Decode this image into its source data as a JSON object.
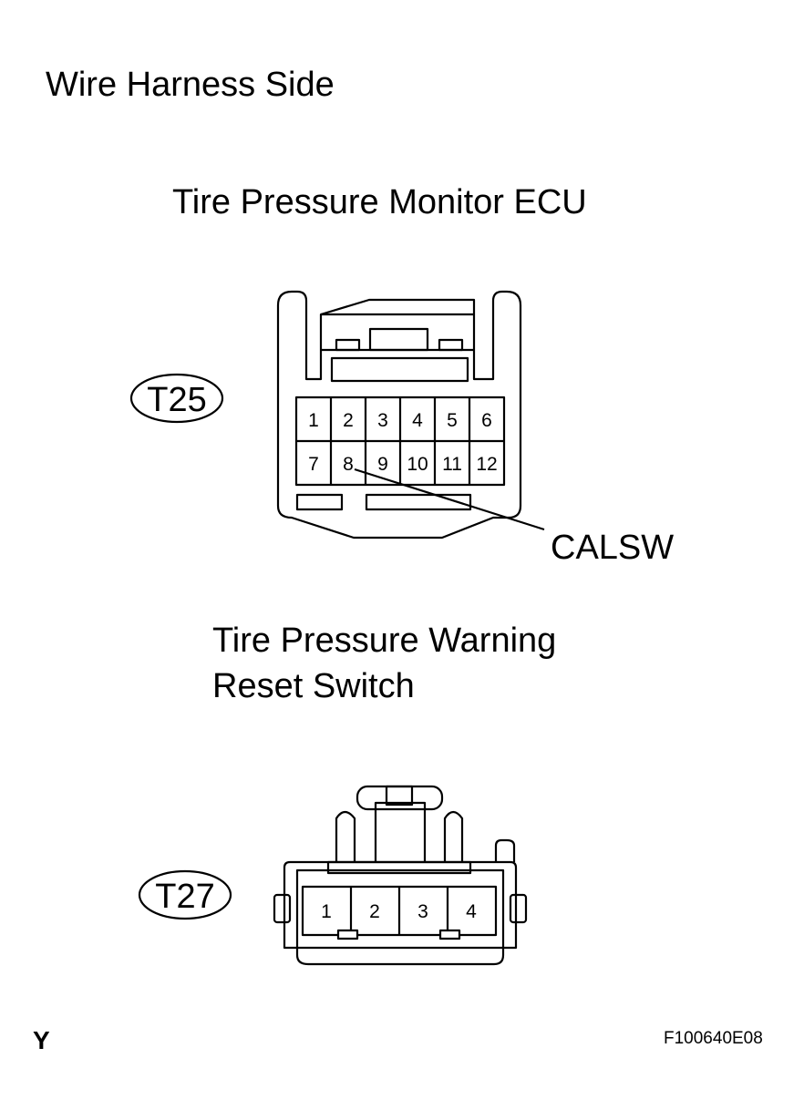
{
  "heading": "Wire Harness Side",
  "ecu": {
    "title": "Tire Pressure Monitor ECU",
    "connector_id": "T25",
    "pins_row1": [
      "1",
      "2",
      "3",
      "4",
      "5",
      "6"
    ],
    "pins_row2": [
      "7",
      "8",
      "9",
      "10",
      "11",
      "12"
    ],
    "callout": "CALSW"
  },
  "switch": {
    "title_line1": "Tire Pressure Warning",
    "title_line2": "Reset Switch",
    "connector_id": "T27",
    "pins": [
      "1",
      "2",
      "3",
      "4"
    ]
  },
  "footer": {
    "left_code": "Y",
    "figure_code": "F100640E08"
  }
}
